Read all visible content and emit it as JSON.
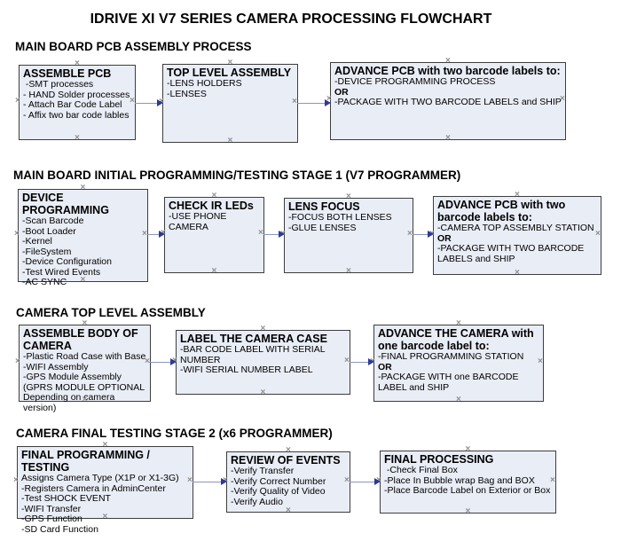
{
  "title": "IDRIVE XI V7 SERIES CAMERA PROCESSING FLOWCHART",
  "colors": {
    "box_fill": "#e9edf6",
    "box_border": "#3d3d3d",
    "arrow_line": "#8b97bd",
    "arrow_head": "#2c3a96",
    "connection_point": "#8f8f8f"
  },
  "sections": [
    {
      "heading": "MAIN BOARD PCB ASSEMBLY PROCESS",
      "boxes": [
        {
          "title": "ASSEMBLE PCB",
          "items": [
            " -SMT processes",
            "- HAND Solder processes",
            "- Attach Bar Code Label",
            "- Affix two bar code lables"
          ]
        },
        {
          "title": "TOP LEVEL ASSEMBLY",
          "items": [
            "-LENS HOLDERS",
            "-LENSES"
          ]
        },
        {
          "title": "ADVANCE PCB with two barcode labels to:",
          "items": [
            "-DEVICE PROGRAMMING PROCESS",
            "OR",
            "-PACKAGE WITH TWO BARCODE LABELS and SHIP"
          ]
        }
      ]
    },
    {
      "heading": "MAIN BOARD INITIAL PROGRAMMING/TESTING STAGE 1 (V7 PROGRAMMER)",
      "boxes": [
        {
          "title": "DEVICE PROGRAMMING",
          "items": [
            "-Scan Barcode",
            "-Boot Loader",
            "-Kernel",
            "-FileSystem",
            "-Device Configuration",
            "-Test Wired Events",
            "-AC SYNC"
          ]
        },
        {
          "title": "CHECK IR LEDs",
          "items": [
            "-USE PHONE CAMERA"
          ]
        },
        {
          "title": "LENS FOCUS",
          "items": [
            "-FOCUS BOTH LENSES",
            "-GLUE LENSES"
          ]
        },
        {
          "title": "ADVANCE PCB with two barcode labels to:",
          "items": [
            "-CAMERA TOP ASSEMBLY STATION",
            "OR",
            "-PACKAGE WITH TWO BARCODE LABELS and SHIP"
          ]
        }
      ]
    },
    {
      "heading": "CAMERA TOP LEVEL ASSEMBLY",
      "boxes": [
        {
          "title": "ASSEMBLE BODY OF CAMERA",
          "items": [
            "-Plastic Road Case with Base",
            "-WIFI Assembly",
            "-GPS Module Assembly",
            "(GPRS MODULE OPTIONAL",
            "Depending on camera version)"
          ]
        },
        {
          "title": "LABEL THE CAMERA CASE",
          "items": [
            "-BAR CODE LABEL WITH SERIAL NUMBER",
            "-WIFI SERIAL NUMBER LABEL"
          ]
        },
        {
          "title": "ADVANCE THE CAMERA with one barcode label to:",
          "items": [
            "-FINAL PROGRAMMING STATION",
            "OR",
            "-PACKAGE WITH one BARCODE LABEL and SHIP"
          ]
        }
      ]
    },
    {
      "heading": "CAMERA FINAL TESTING STAGE 2 (x6 PROGRAMMER)",
      "boxes": [
        {
          "title": "FINAL PROGRAMMING / TESTING",
          "items": [
            "Assigns Camera Type (X1P or X1-3G)",
            "-Registers Camera in AdminCenter",
            "-Test SHOCK EVENT",
            "-WIFI Transfer",
            "-GPS Function",
            "-SD Card Function"
          ]
        },
        {
          "title": "REVIEW OF EVENTS",
          "items": [
            "-Verify Transfer",
            "-Verify Correct Number",
            "-Verify Quality of Video",
            "-Verify Audio"
          ]
        },
        {
          "title": "FINAL PROCESSING",
          "items": [
            " -Check Final Box",
            "-Place In Bubble wrap Bag and BOX",
            "-Place Barcode Label on Exterior or Box"
          ]
        }
      ]
    }
  ]
}
